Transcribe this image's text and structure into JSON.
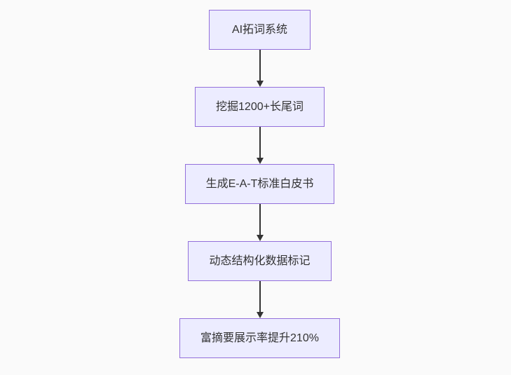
{
  "diagram": {
    "type": "flowchart",
    "direction": "top-down",
    "nodes": [
      {
        "id": "n1",
        "label": "AI拓词系统"
      },
      {
        "id": "n2",
        "label": "挖掘1200+长尾词"
      },
      {
        "id": "n3",
        "label": "生成E-A-T标准白皮书"
      },
      {
        "id": "n4",
        "label": "动态结构化数据标记"
      },
      {
        "id": "n5",
        "label": "富摘要展示率提升210%"
      }
    ],
    "edges": [
      {
        "from": "n1",
        "to": "n2"
      },
      {
        "from": "n2",
        "to": "n3"
      },
      {
        "from": "n3",
        "to": "n4"
      },
      {
        "from": "n4",
        "to": "n5"
      }
    ],
    "colors": {
      "background": "#FAFAFA",
      "node_fill": "#ECECFF",
      "node_border": "#9370DB",
      "text": "#333333",
      "arrow": "#333333"
    }
  }
}
